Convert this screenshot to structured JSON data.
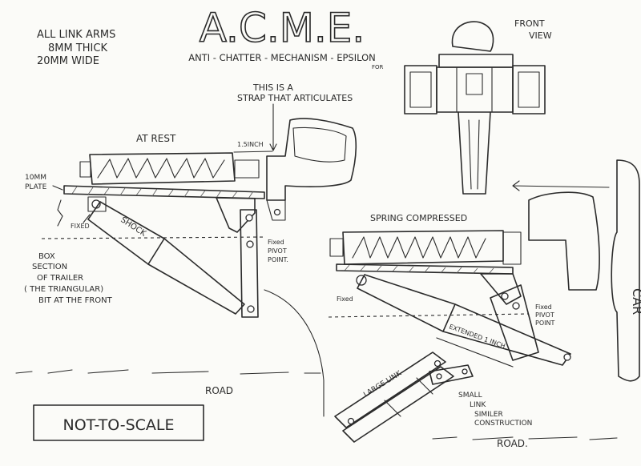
{
  "title": "A.C.M.E.",
  "subtitle": "ANTI - CHATTER - MECHANISM - EPSILON",
  "subtitle_for": "FOR",
  "notes": {
    "link_arms_1": "ALL LINK ARMS",
    "link_arms_2": "8MM THICK",
    "link_arms_3": "20MM WIDE",
    "strap_1": "THIS IS A",
    "strap_2": "STRAP THAT ARTICULATES",
    "not_to_scale": "NOT-TO-SCALE"
  },
  "rest_view": {
    "title": "AT REST",
    "dim_15": "1.5INCH",
    "plate_1": "10MM",
    "plate_2": "PLATE",
    "fixed": "FIXED",
    "shock": "SHOCK",
    "box_1": "BOX",
    "box_2": "SECTION",
    "box_3": "OF TRAILER",
    "box_4": "( THE TRIANGULAR)",
    "box_5": "BIT AT THE FRONT",
    "pivot_1": "Fixed",
    "pivot_2": "PIVOT",
    "pivot_3": "POINT."
  },
  "front_view": {
    "label_1": "FRONT",
    "label_2": "VIEW"
  },
  "compressed_view": {
    "title": "SPRING COMPRESSED",
    "fixed": "Fixed",
    "pivot_1": "Fixed",
    "pivot_2": "PIVOT",
    "pivot_3": "POINT",
    "extended": "EXTENDED 1 INCH",
    "car": "CAR"
  },
  "links": {
    "large": "LARGE LINK",
    "small_1": "SMALL",
    "small_2": "LINK",
    "small_3": "SIMILER",
    "small_4": "CONSTRUCTION"
  },
  "road_1": "ROAD",
  "road_2": "ROAD."
}
